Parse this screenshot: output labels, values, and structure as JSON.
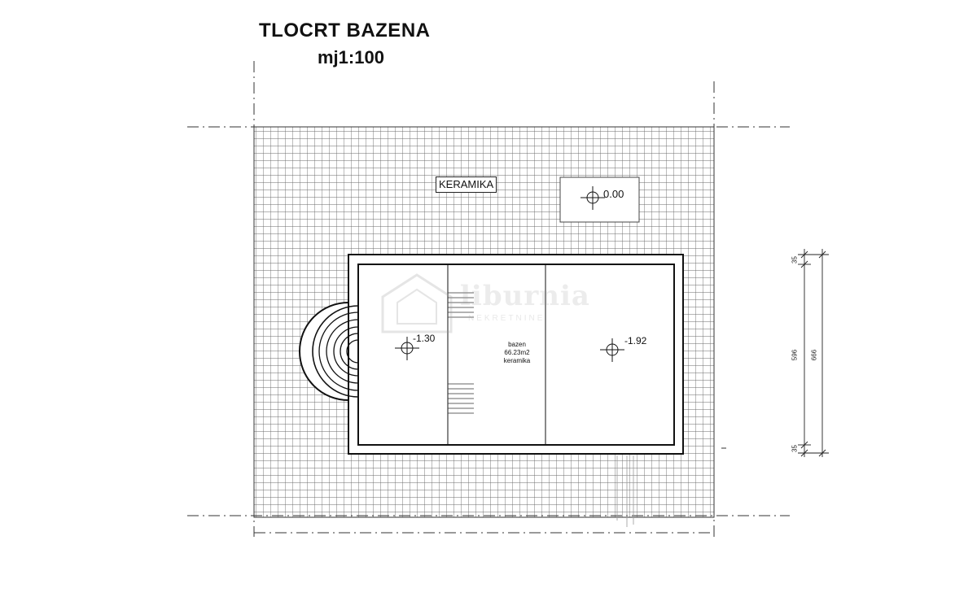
{
  "drawing": {
    "title": "TLOCRT BAZENA",
    "scale": "mj1:100"
  },
  "labels": {
    "surround_material": "KERAMIKA",
    "level_deck": "0.00",
    "level_shallow": "-1.30",
    "level_deep": "-1.92",
    "pool_name": "bazen",
    "pool_area": "66.23m2",
    "pool_material": "keramika"
  },
  "dimensions": {
    "edge_top": "35",
    "inner": "596",
    "overall": "666",
    "edge_bottom": "35"
  },
  "watermark": {
    "brand": "liburnia",
    "sub": "NEKRETNINE"
  },
  "colors": {
    "ink": "#111111",
    "grid": "#6a6a6a",
    "paper": "#ffffff"
  }
}
